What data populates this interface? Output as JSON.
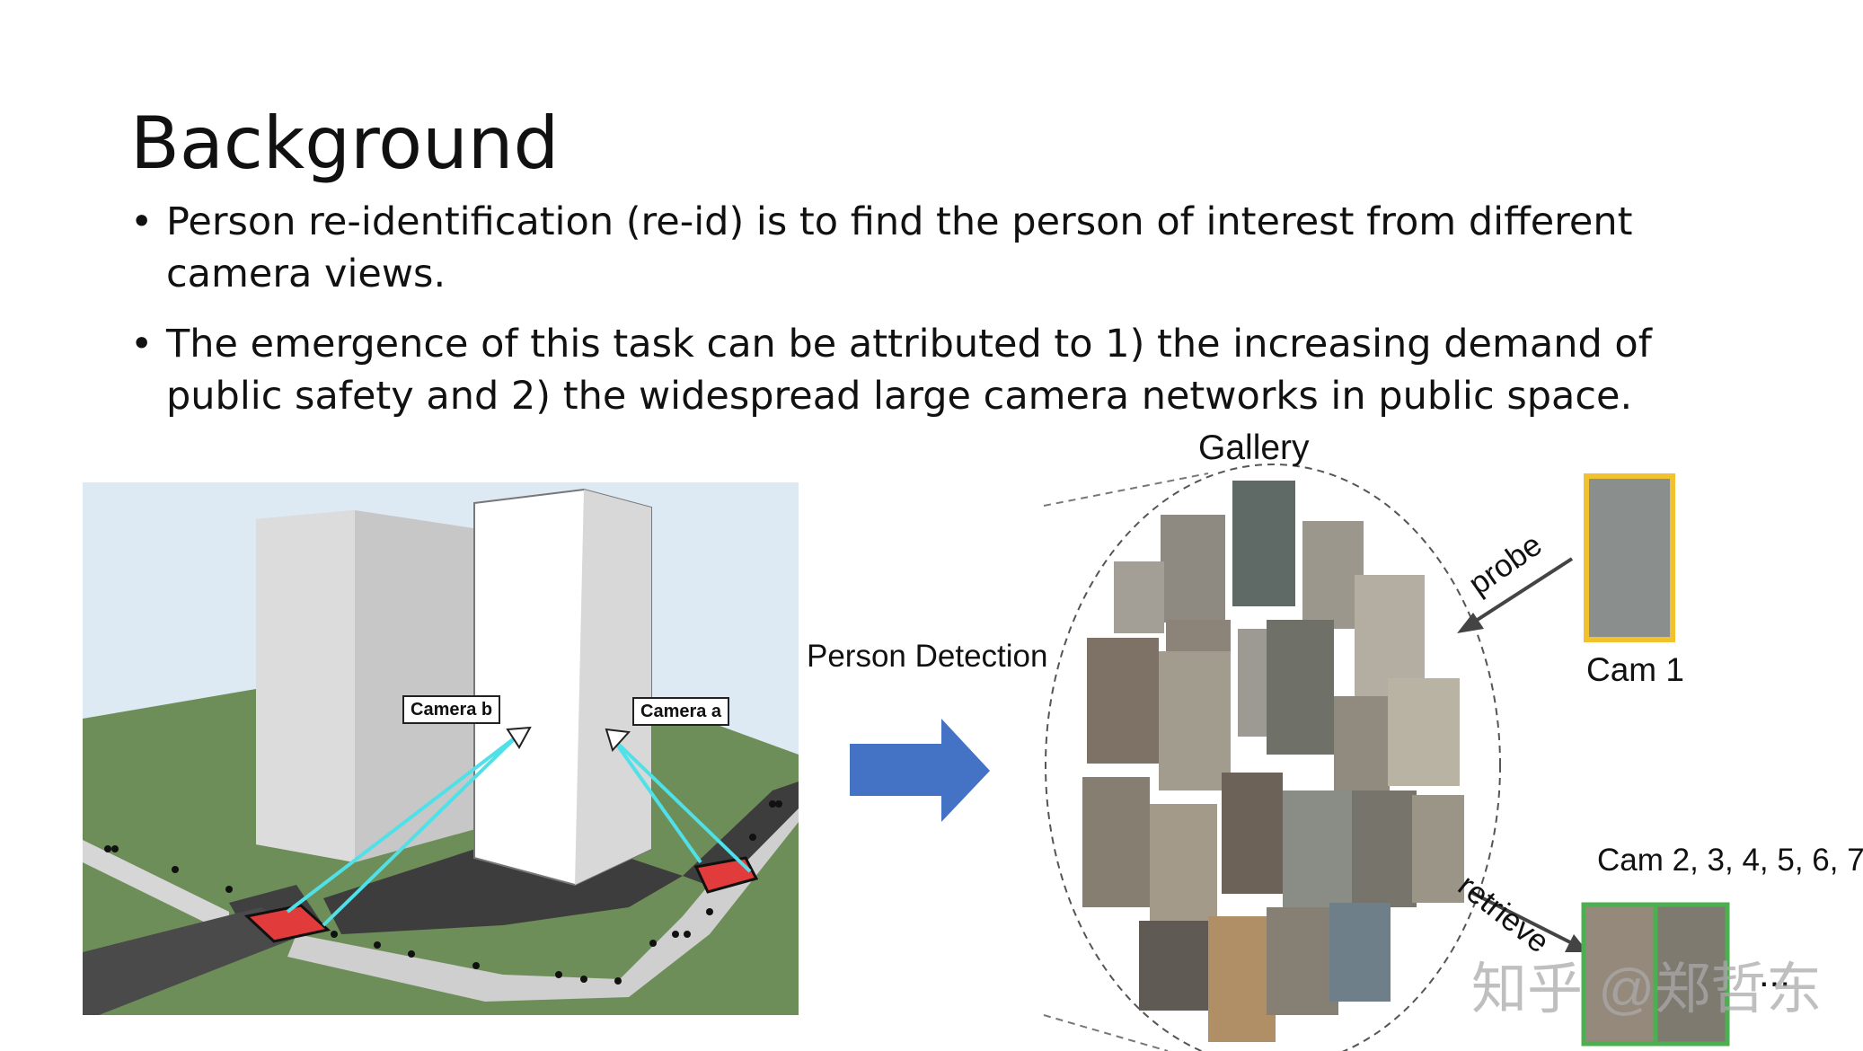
{
  "slide": {
    "title": "Background",
    "bullets": [
      {
        "marker": "•",
        "text": "Person re-identification (re-id) is to find the person of interest from different camera views."
      },
      {
        "marker": "•",
        "text": "The emergence of this task can be attributed to 1) the increasing demand of public safety and 2) the widespread large camera networks in public space."
      }
    ]
  },
  "scene": {
    "camera_b_label": "Camera b",
    "camera_a_label": "Camera a"
  },
  "diagram": {
    "arrow_label": "Person Detection",
    "gallery_label": "Gallery",
    "probe_label": "probe",
    "cam1_label": "Cam 1",
    "retrieve_label": "retrieve",
    "cams_label": "Cam 2, 3, 4, 5, 6, 7",
    "ellipsis": "...",
    "watermark": "知乎 @郑哲东"
  },
  "colors": {
    "arrow_fill": "#4472c4",
    "probe_box": "#f2c12e",
    "retrieve_box": "#4caf50",
    "beam": "#4fe0e8",
    "crosswalk": "#e23b3b",
    "grass": "#6e8e59",
    "sky": "#dde9f3"
  }
}
